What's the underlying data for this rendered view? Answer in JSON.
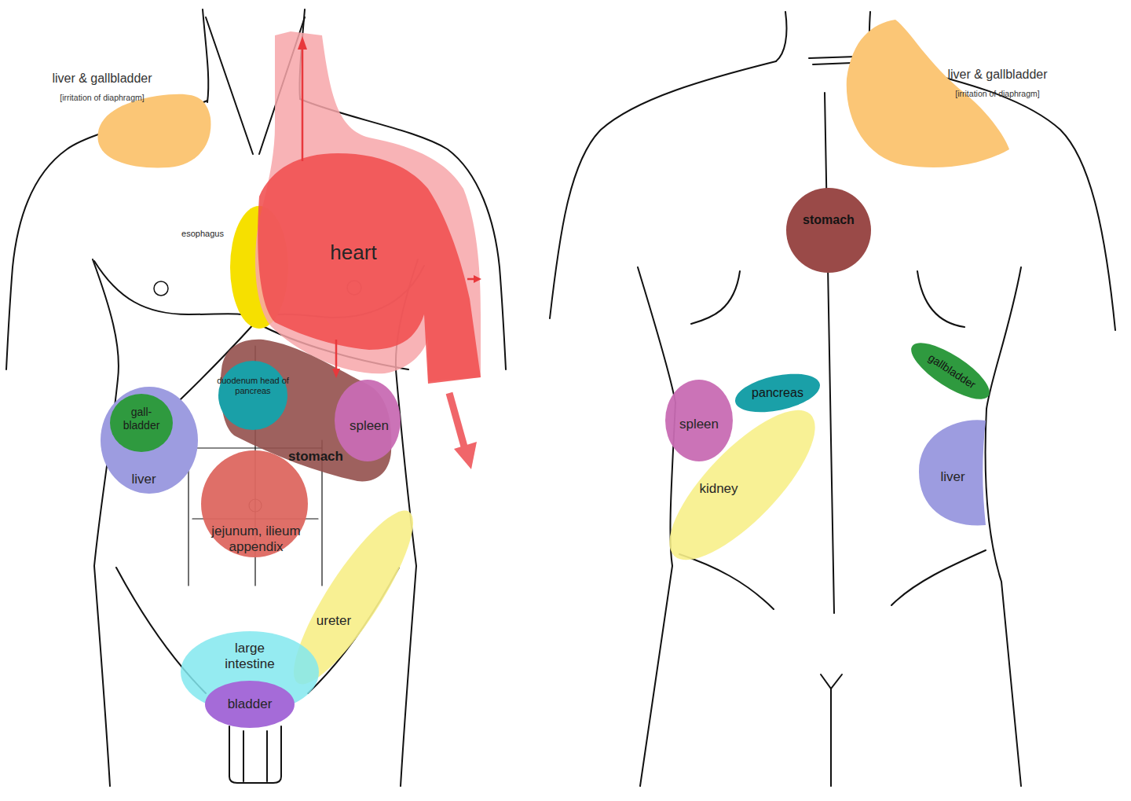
{
  "diagram": {
    "nodes": [
      {
        "text": [
          "liver & gallbladder",
          "[irritation of diaphragm]"
        ]
      },
      {
        "text": [
          "esophagus"
        ]
      },
      {
        "text": [
          "heart"
        ]
      },
      {
        "text": [
          "stomach"
        ]
      },
      {
        "text": [
          "duodenum head of pancreas"
        ],
        "in": 3
      },
      {
        "text": [
          "gall- bladder"
        ]
      },
      {
        "text": [
          "spleen"
        ]
      },
      {
        "text": [
          "liver"
        ]
      },
      {
        "text": [
          "jejunum, ilieum appendix"
        ]
      },
      {
        "text": [
          "ureter"
        ]
      },
      {
        "text": [
          "large intestine"
        ]
      },
      {
        "text": [
          "bladder"
        ]
      },
      {
        "text": [
          "liver & gallbladder",
          "[irritation of diaphragm]"
        ]
      },
      {
        "text": [
          "stomach"
        ]
      },
      {
        "text": [
          "gallbladder"
        ]
      },
      {
        "text": [
          "pancreas"
        ]
      },
      {
        "text": [
          "spleen"
        ]
      },
      {
        "text": [
          "liver"
        ]
      },
      {
        "text": [
          "kidney"
        ]
      }
    ]
  }
}
